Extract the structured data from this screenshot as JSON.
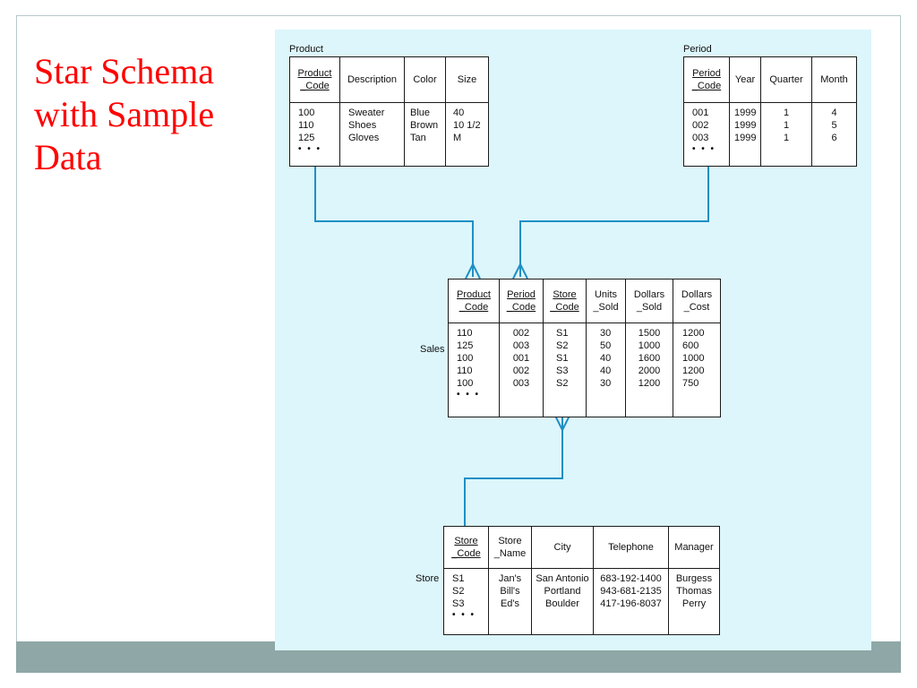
{
  "slide": {
    "title": "Star Schema with Sample Data"
  },
  "diagram": {
    "product": {
      "name": "Product",
      "columns": [
        {
          "header": "Product\n_Code",
          "key": true,
          "values": [
            "100",
            "110",
            "125"
          ]
        },
        {
          "header": "Description",
          "key": false,
          "values": [
            "Sweater",
            "Shoes",
            "Gloves"
          ]
        },
        {
          "header": "Color",
          "key": false,
          "values": [
            "Blue",
            "Brown",
            "Tan"
          ]
        },
        {
          "header": "Size",
          "key": false,
          "values": [
            "40",
            "10 1/2",
            "M"
          ]
        }
      ],
      "more": "• • •"
    },
    "period": {
      "name": "Period",
      "columns": [
        {
          "header": "Period\n_Code",
          "key": true,
          "values": [
            "001",
            "002",
            "003"
          ]
        },
        {
          "header": "Year",
          "key": false,
          "values": [
            "1999",
            "1999",
            "1999"
          ]
        },
        {
          "header": "Quarter",
          "key": false,
          "values": [
            "1",
            "1",
            "1"
          ]
        },
        {
          "header": "Month",
          "key": false,
          "values": [
            "4",
            "5",
            "6"
          ]
        }
      ],
      "more": "• • •"
    },
    "sales": {
      "name": "Sales",
      "columns": [
        {
          "header": "Product\n_Code",
          "key": true,
          "values": [
            "110",
            "125",
            "100",
            "110",
            "100"
          ]
        },
        {
          "header": "Period\n_Code",
          "key": true,
          "values": [
            "002",
            "003",
            "001",
            "002",
            "003"
          ]
        },
        {
          "header": "Store\n_Code",
          "key": true,
          "values": [
            "S1",
            "S2",
            "S1",
            "S3",
            "S2"
          ]
        },
        {
          "header": "Units\n_Sold",
          "key": false,
          "values": [
            "30",
            "50",
            "40",
            "40",
            "30"
          ]
        },
        {
          "header": "Dollars\n_Sold",
          "key": false,
          "values": [
            "1500",
            "1000",
            "1600",
            "2000",
            "1200"
          ]
        },
        {
          "header": "Dollars\n_Cost",
          "key": false,
          "values": [
            "1200",
            "600",
            "1000",
            "1200",
            "750"
          ]
        }
      ],
      "more": "• • •"
    },
    "store": {
      "name": "Store",
      "columns": [
        {
          "header": "Store\n_Code",
          "key": true,
          "values": [
            "S1",
            "S2",
            "S3"
          ]
        },
        {
          "header": "Store\n_Name",
          "key": false,
          "values": [
            "Jan's",
            "Bill's",
            "Ed's"
          ]
        },
        {
          "header": "City",
          "key": false,
          "values": [
            "San Antonio",
            "Portland",
            "Boulder"
          ]
        },
        {
          "header": "Telephone",
          "key": false,
          "values": [
            "683-192-1400",
            "943-681-2135",
            "417-196-8037"
          ]
        },
        {
          "header": "Manager",
          "key": false,
          "values": [
            "Burgess",
            "Thomas",
            "Perry"
          ]
        }
      ],
      "more": "• • •"
    },
    "colors": {
      "title": "#ff0000",
      "panel": "#dcf6fb",
      "connector": "#1f8fc4",
      "bottom_bar": "#8fa7a7"
    }
  }
}
